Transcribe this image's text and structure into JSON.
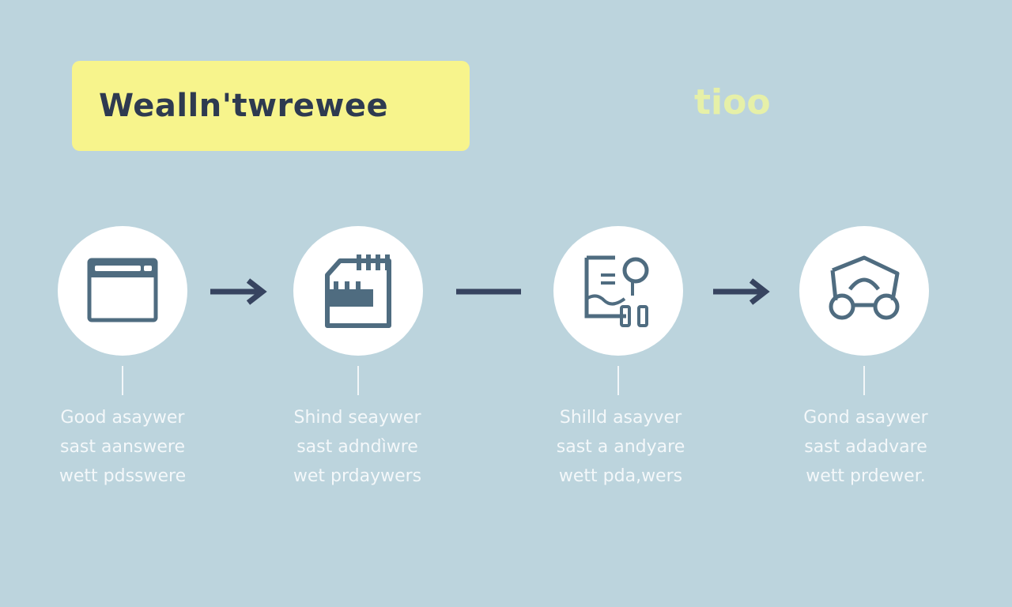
{
  "header": {
    "title": "Wealln'twrewee",
    "tag": "tioo"
  },
  "colors": {
    "background": "#bcd4dd",
    "title_box": "#f7f48c",
    "icon": "#4f6c80",
    "arrow": "#374460"
  },
  "steps": [
    {
      "icon": "browser-window-icon",
      "lines": [
        "Good asaywer",
        "sast aanswere",
        "wett pdsswere"
      ]
    },
    {
      "icon": "sd-card-icon",
      "lines": [
        "Shind seaywer",
        "sast adndìwre",
        "wet prdaywers"
      ]
    },
    {
      "icon": "document-search-icon",
      "lines": [
        "Shilld asayver",
        "sast a andyare",
        "wett pda,wers"
      ]
    },
    {
      "icon": "cart-cycle-icon",
      "lines": [
        "Gond asaywer",
        "sast adadvare",
        "wett prdewer."
      ]
    }
  ],
  "connectors": [
    "arrow",
    "line",
    "arrow"
  ]
}
